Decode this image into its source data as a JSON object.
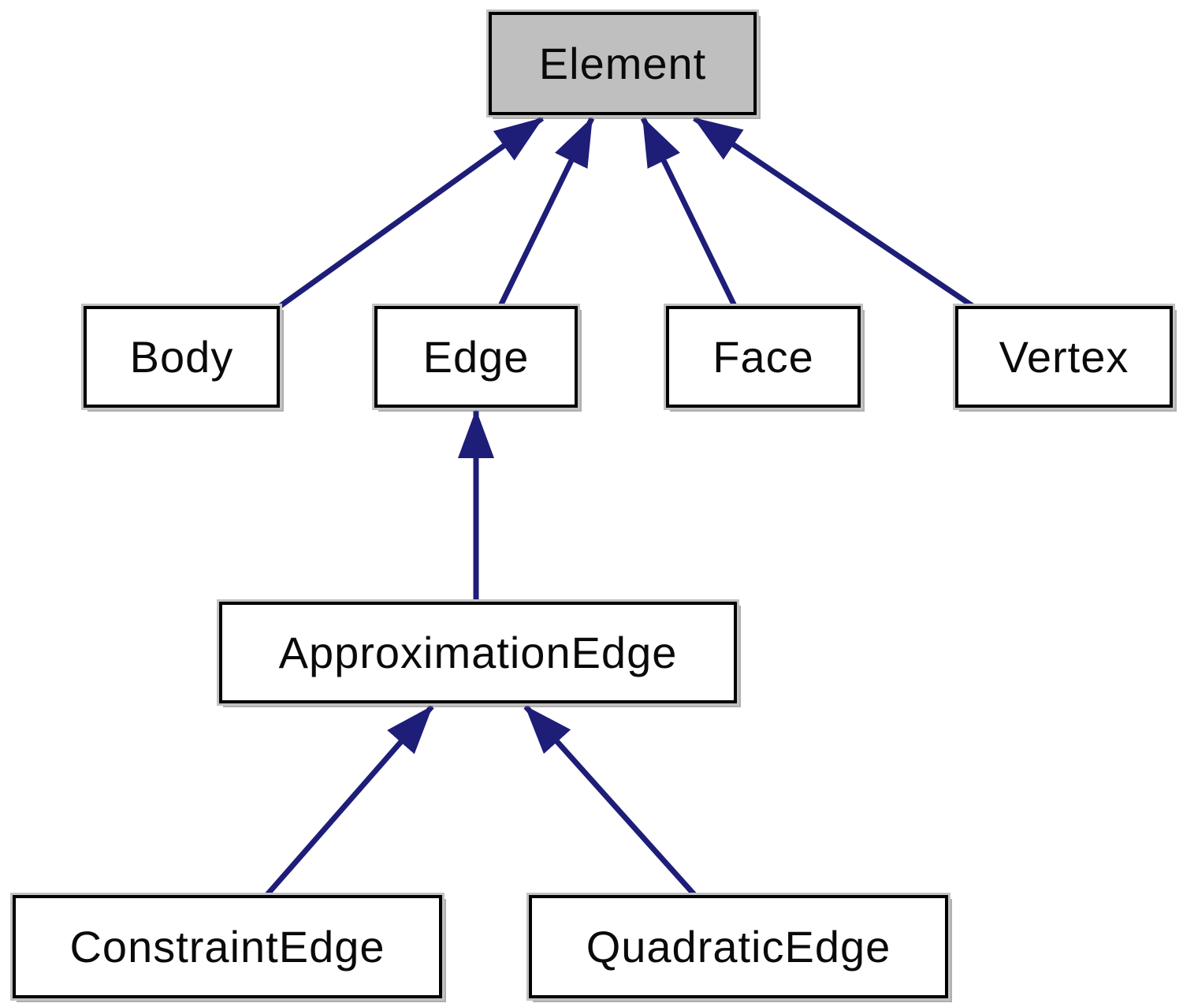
{
  "diagram": {
    "type": "class-inheritance-graph",
    "nodes": {
      "element": {
        "label": "Element",
        "is_root": true,
        "fill": "#bfbfbf"
      },
      "body": {
        "label": "Body",
        "is_root": false,
        "fill": "#ffffff"
      },
      "edge": {
        "label": "Edge",
        "is_root": false,
        "fill": "#ffffff"
      },
      "face": {
        "label": "Face",
        "is_root": false,
        "fill": "#ffffff"
      },
      "vertex": {
        "label": "Vertex",
        "is_root": false,
        "fill": "#ffffff"
      },
      "approximation_edge": {
        "label": "ApproximationEdge",
        "is_root": false,
        "fill": "#ffffff"
      },
      "constraint_edge": {
        "label": "ConstraintEdge",
        "is_root": false,
        "fill": "#ffffff"
      },
      "quadratic_edge": {
        "label": "QuadraticEdge",
        "is_root": false,
        "fill": "#ffffff"
      }
    },
    "edges": [
      {
        "from": "Body",
        "to": "Element"
      },
      {
        "from": "Edge",
        "to": "Element"
      },
      {
        "from": "Face",
        "to": "Element"
      },
      {
        "from": "Vertex",
        "to": "Element"
      },
      {
        "from": "ApproximationEdge",
        "to": "Edge"
      },
      {
        "from": "ConstraintEdge",
        "to": "ApproximationEdge"
      },
      {
        "from": "QuadraticEdge",
        "to": "ApproximationEdge"
      }
    ],
    "colors": {
      "arrow": "#1e1e78",
      "border": "#000000",
      "root_fill": "#bfbfbf",
      "node_fill": "#ffffff",
      "background": "#ffffff",
      "text": "#0a0a0a"
    }
  }
}
